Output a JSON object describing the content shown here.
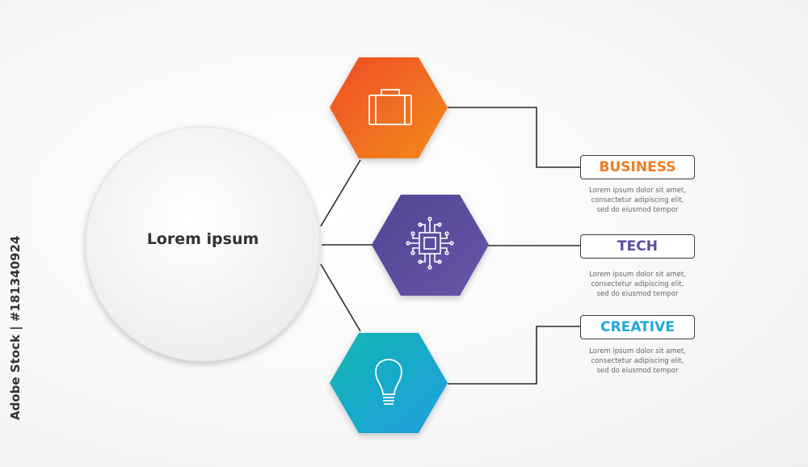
{
  "center": {
    "title": "Lorem ipsum"
  },
  "items": [
    {
      "label": "BUSINESS",
      "color": "#f07a22",
      "gradient": [
        "#ef4d26",
        "#f28a1c"
      ],
      "icon": "briefcase-icon",
      "desc": [
        "Lorem ipsum dolor sit amet,",
        "consectetur adipiscing elit,",
        "sed do eiusmod tempor"
      ]
    },
    {
      "label": "TECH",
      "color": "#5b4d9c",
      "gradient": [
        "#4f4695",
        "#6a55a8"
      ],
      "icon": "chip-icon",
      "desc": [
        "Lorem ipsum dolor sit amet,",
        "consectetur adipiscing elit,",
        "sed do eiusmod tempor"
      ]
    },
    {
      "label": "CREATIVE",
      "color": "#1ea6dc",
      "gradient": [
        "#14b5b2",
        "#1e9fe0"
      ],
      "icon": "lightbulb-icon",
      "desc": [
        "Lorem ipsum dolor sit amet,",
        "consectetur adipiscing elit,",
        "sed do eiusmod tempor"
      ]
    }
  ],
  "watermark": {
    "side_text": "Adobe Stock | #181340924"
  }
}
